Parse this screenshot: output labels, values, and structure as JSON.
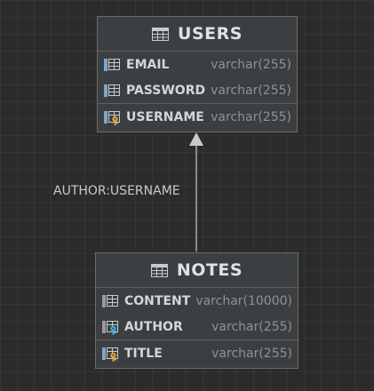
{
  "tables": {
    "users": {
      "name": "USERS",
      "columns": [
        {
          "name": "EMAIL",
          "type": "varchar(255)",
          "icon": "column-icon"
        },
        {
          "name": "PASSWORD",
          "type": "varchar(255)",
          "icon": "column-icon"
        },
        {
          "name": "USERNAME",
          "type": "varchar(255)",
          "icon": "primary-key-column-icon"
        }
      ]
    },
    "notes": {
      "name": "NOTES",
      "columns": [
        {
          "name": "CONTENT",
          "type": "varchar(10000)",
          "icon": "column-icon"
        },
        {
          "name": "AUTHOR",
          "type": "varchar(255)",
          "icon": "foreign-key-column-icon"
        },
        {
          "name": "TITLE",
          "type": "varchar(255)",
          "icon": "primary-key-column-icon"
        }
      ]
    }
  },
  "relationship": {
    "label": "AUTHOR:USERNAME"
  },
  "colors": {
    "background": "#2b2b2b",
    "table_bg": "#3c3f41",
    "border": "#6b6b6b",
    "text": "#d4d6d9",
    "type_text": "#8f9193",
    "key_gold": "#e0a33a",
    "key_blue": "#3fa9d8",
    "edge": "#a9abad"
  }
}
